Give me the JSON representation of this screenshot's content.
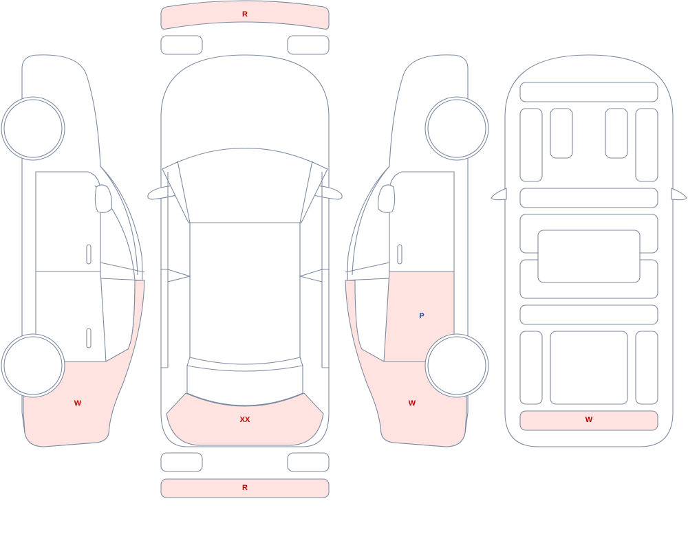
{
  "colors": {
    "damage_fill": "#ffe3e1",
    "outline": "#7d8aa0",
    "label_red": "#c00000",
    "label_blue": "#1f4e9a"
  },
  "labels": {
    "front_bumper": "R",
    "rear_bumper": "R",
    "left_rear_quarter": "W",
    "rear_hood": "XX",
    "right_rear_door": "P",
    "right_rear_quarter": "W",
    "bottom_rear_panel": "W"
  }
}
